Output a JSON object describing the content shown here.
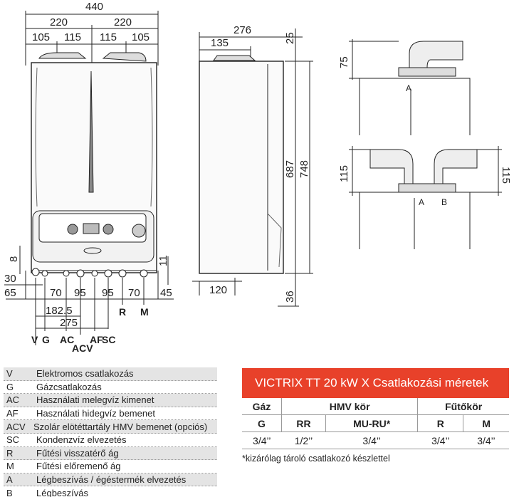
{
  "front_view": {
    "top_dims": {
      "total": "440",
      "half_left": "220",
      "half_right": "220",
      "a": "105",
      "b": "115",
      "c": "115",
      "d": "105"
    },
    "left_dims": {
      "d8": "8",
      "d30": "30",
      "d65": "65"
    },
    "right_dims": {
      "d11": "11",
      "d45": "45"
    },
    "bottom_dims": {
      "d70a": "70",
      "d95a": "95",
      "d95b": "95",
      "d70b": "70",
      "d182": "182.5",
      "d275": "275"
    },
    "connections": [
      "V",
      "G",
      "AC",
      "ACV",
      "AF",
      "SC",
      "R",
      "M"
    ]
  },
  "side_view": {
    "d276": "276",
    "d135": "135",
    "d25": "25",
    "d687": "687",
    "d748": "748",
    "d120": "120",
    "d36": "36"
  },
  "detail_views": {
    "d75": "75",
    "d115a": "115",
    "d115b": "115",
    "a1": "A",
    "a2": "A",
    "b": "B"
  },
  "legend": [
    {
      "code": "V",
      "text": "Elektromos csatlakozás"
    },
    {
      "code": "G",
      "text": "Gázcsatlakozás"
    },
    {
      "code": "AC",
      "text": "Használati melegvíz kimenet"
    },
    {
      "code": "AF",
      "text": "Használati hidegvíz bemenet"
    },
    {
      "code": "ACV",
      "text": "Szolár elötéttartály HMV bemenet (opciós)"
    },
    {
      "code": "SC",
      "text": "Kondenzvíz elvezetés"
    },
    {
      "code": "R",
      "text": "Fűtési visszatérő ág"
    },
    {
      "code": "M",
      "text": "Fűtési előremenő ág"
    },
    {
      "code": "A",
      "text": "Légbeszívás / égéstermék elvezetés"
    },
    {
      "code": "B",
      "text": "Légbeszívás"
    }
  ],
  "table": {
    "title": "VICTRIX TT  20 kW  X Csatlakozási méretek",
    "groups": [
      "Gáz",
      "HMV kör",
      "Fűtőkör"
    ],
    "headers": [
      "G",
      "RR",
      "MU-RU*",
      "R",
      "M"
    ],
    "values": [
      "3/4’’",
      "1/2’’",
      "3/4’’",
      "3/4’’",
      "3/4’’"
    ],
    "footnote": "*kizárólag tároló csatlakozó készlettel"
  },
  "colors": {
    "header": "#e8412a"
  }
}
